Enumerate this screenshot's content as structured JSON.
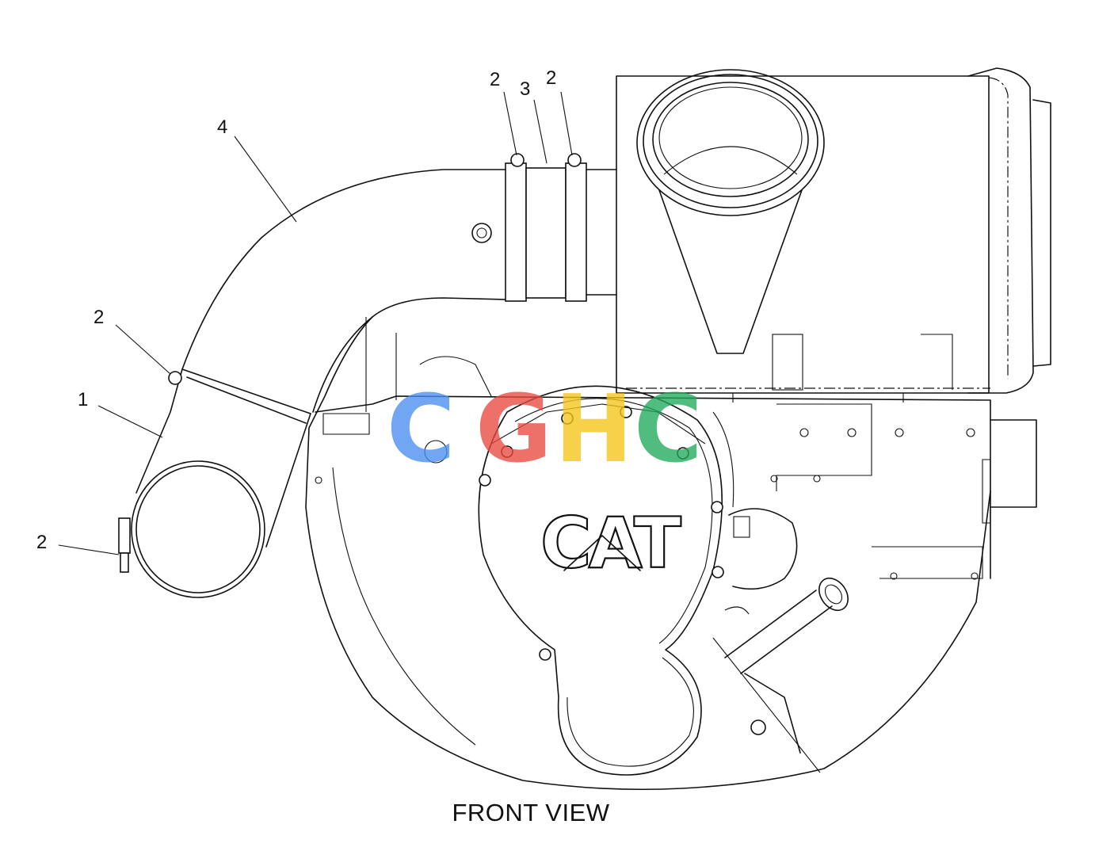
{
  "caption": "FRONT VIEW",
  "callouts": [
    {
      "label": "1"
    },
    {
      "label": "2"
    },
    {
      "label": "2"
    },
    {
      "label": "2"
    },
    {
      "label": "3"
    },
    {
      "label": "2"
    },
    {
      "label": "4"
    }
  ],
  "logo_text": "CAT",
  "watermark": {
    "letters": [
      "C",
      "G",
      "H",
      "C"
    ],
    "colors": [
      "#4a8ef0",
      "#e84a3f",
      "#f5c518",
      "#1faa5a"
    ]
  }
}
